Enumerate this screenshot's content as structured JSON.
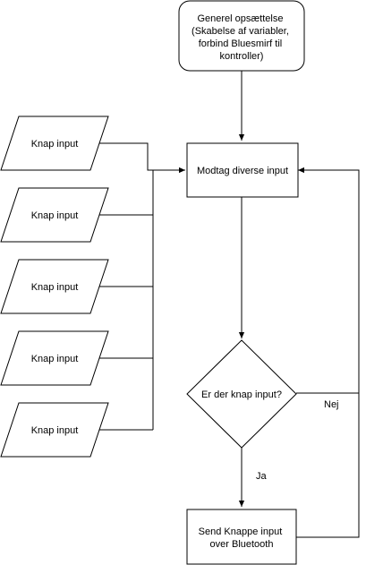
{
  "nodes": {
    "start": {
      "lines": [
        "Generel opsættelse",
        "(Skabelse af variabler,",
        "forbind Bluesmirf til",
        "kontroller)"
      ]
    },
    "receive": {
      "lines": [
        "Modtag diverse input"
      ]
    },
    "decision": {
      "lines": [
        "Er der knap input?"
      ]
    },
    "send": {
      "lines": [
        "Send Knappe input",
        "over Bluetooth"
      ]
    },
    "inputs": [
      {
        "label": "Knap input"
      },
      {
        "label": "Knap input"
      },
      {
        "label": "Knap input"
      },
      {
        "label": "Knap input"
      },
      {
        "label": "Knap input"
      }
    ]
  },
  "edge_labels": {
    "yes": "Ja",
    "no": "Nej"
  },
  "colors": {
    "stroke": "#000000",
    "fill": "#ffffff"
  }
}
